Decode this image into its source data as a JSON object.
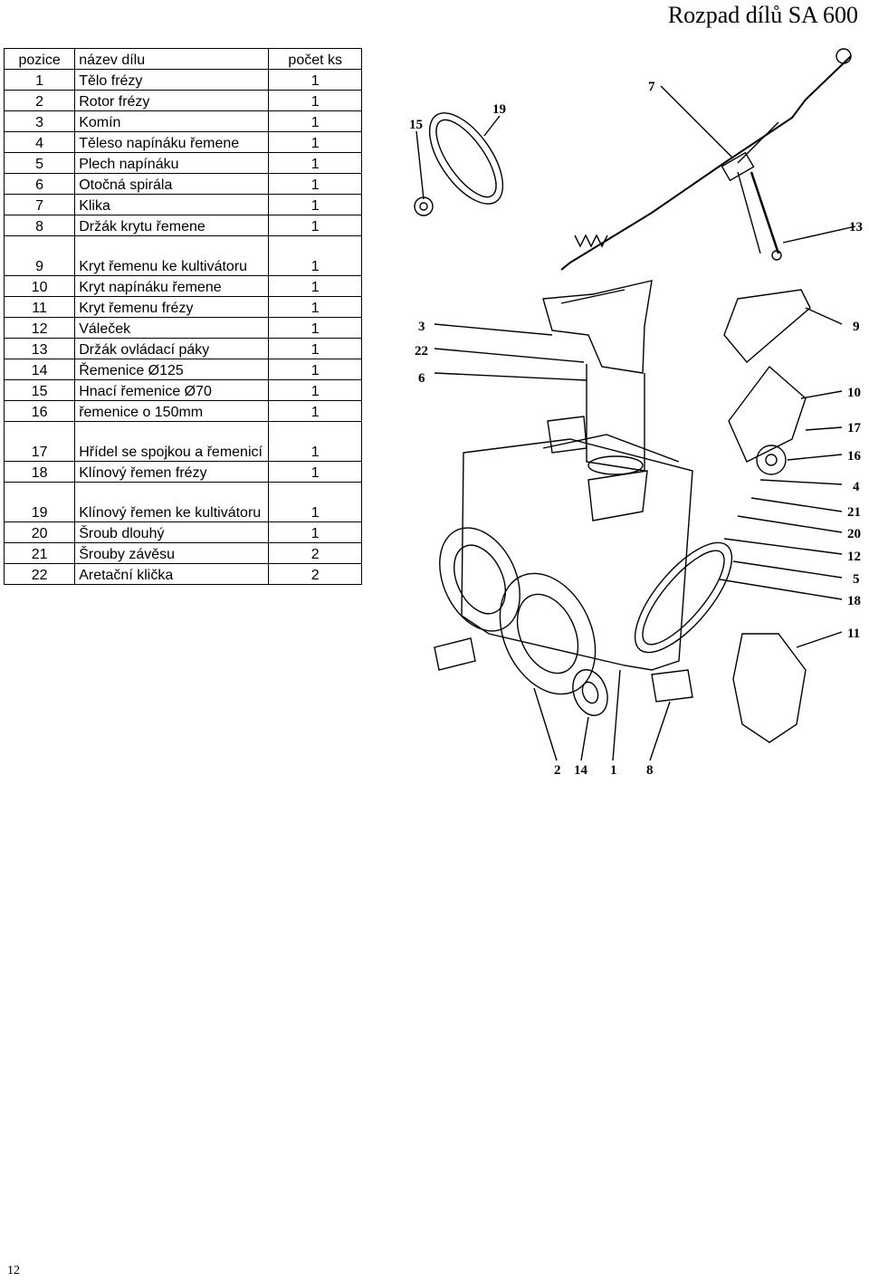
{
  "page_title": "Rozpad dílů SA 600",
  "table": {
    "headers": [
      "pozice",
      "název dílu",
      "počet ks"
    ],
    "rows": [
      [
        "1",
        "Tělo frézy",
        "1"
      ],
      [
        "2",
        "Rotor frézy",
        "1"
      ],
      [
        "3",
        "Komín",
        "1"
      ],
      [
        "4",
        "Těleso napínáku řemene",
        "1"
      ],
      [
        "5",
        "Plech napínáku",
        "1"
      ],
      [
        "6",
        "Otočná spirála",
        "1"
      ],
      [
        "7",
        "Klika",
        "1"
      ],
      [
        "8",
        "Držák krytu řemene",
        "1"
      ],
      [
        "9",
        "Kryt řemenu ke kultivátoru",
        "1"
      ],
      [
        "10",
        "Kryt napínáku řemene",
        "1"
      ],
      [
        "11",
        "Kryt řemenu frézy",
        "1"
      ],
      [
        "12",
        "Váleček",
        "1"
      ],
      [
        "13",
        "Držák ovládací páky",
        "1"
      ],
      [
        "14",
        "Řemenice Ø125",
        "1"
      ],
      [
        "15",
        "Hnací řemenice Ø70",
        "1"
      ],
      [
        "16",
        "řemenice o 150mm",
        "1"
      ],
      [
        "17",
        "Hřídel se spojkou a řemenicí",
        "1"
      ],
      [
        "18",
        "Klínový řemen frézy",
        "1"
      ],
      [
        "19",
        "Klínový řemen ke kultivátoru",
        "1"
      ],
      [
        "20",
        "Šroub dlouhý",
        "1"
      ],
      [
        "21",
        "Šrouby závěsu",
        "2"
      ],
      [
        "22",
        "Aretační klička",
        "2"
      ]
    ]
  },
  "diagram_labels": [
    "15",
    "19",
    "7",
    "13",
    "3",
    "22",
    "6",
    "9",
    "10",
    "17",
    "16",
    "4",
    "21",
    "20",
    "12",
    "5",
    "18",
    "11",
    "2",
    "14",
    "1",
    "8"
  ],
  "page_number": "12"
}
